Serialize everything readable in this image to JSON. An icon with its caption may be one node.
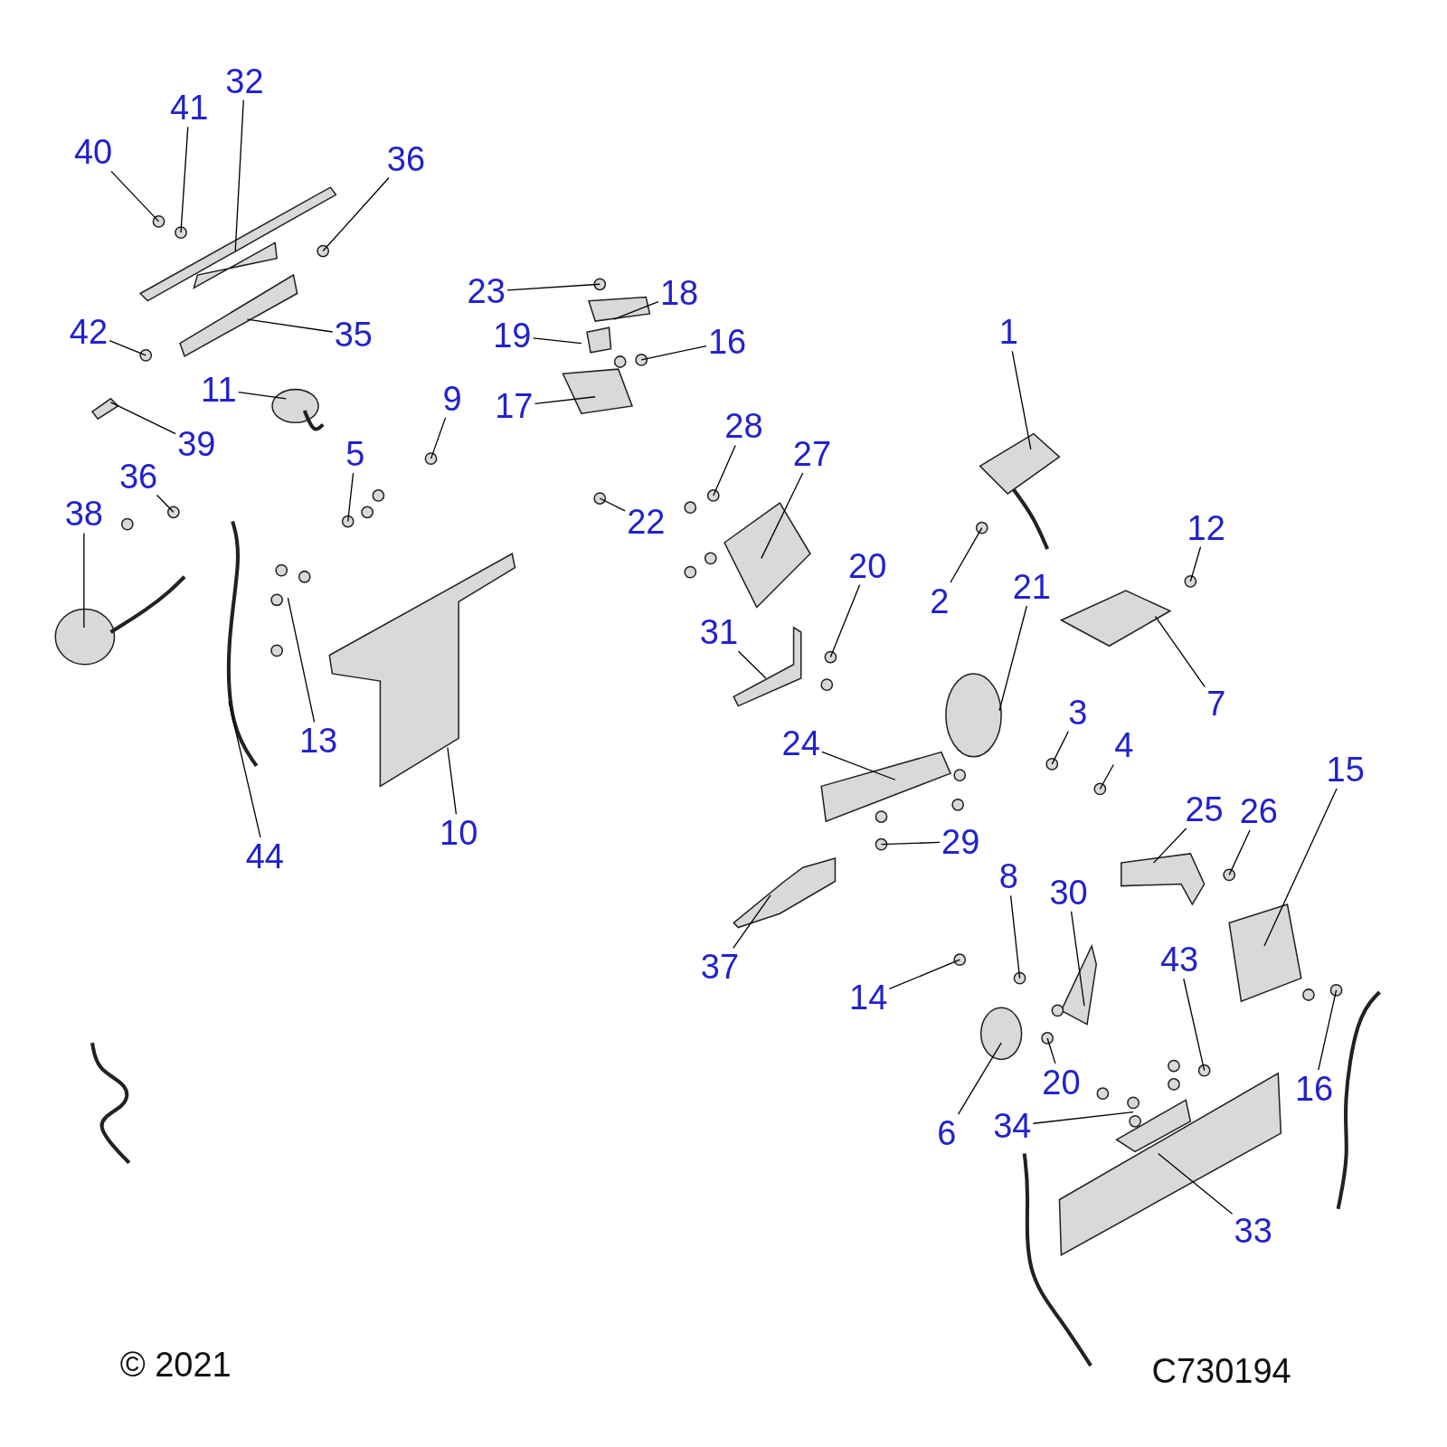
{
  "diagram": {
    "nodes": [
      {
        "text": [
          "32"
        ]
      },
      {
        "text": [
          "41"
        ]
      },
      {
        "text": [
          "40"
        ]
      },
      {
        "text": [
          "36"
        ]
      },
      {
        "text": [
          "23"
        ]
      },
      {
        "text": [
          "18"
        ]
      },
      {
        "text": [
          "35"
        ]
      },
      {
        "text": [
          "42"
        ]
      },
      {
        "text": [
          "19"
        ]
      },
      {
        "text": [
          "16"
        ]
      },
      {
        "text": [
          "1"
        ]
      },
      {
        "text": [
          "11"
        ]
      },
      {
        "text": [
          "39"
        ]
      },
      {
        "text": [
          "9"
        ]
      },
      {
        "text": [
          "17"
        ]
      },
      {
        "text": [
          "28"
        ]
      },
      {
        "text": [
          "27"
        ]
      },
      {
        "text": [
          "36"
        ]
      },
      {
        "text": [
          "5"
        ]
      },
      {
        "text": [
          "38"
        ]
      },
      {
        "text": [
          "22"
        ]
      },
      {
        "text": [
          "12"
        ]
      },
      {
        "text": [
          "20"
        ]
      },
      {
        "text": [
          "2"
        ]
      },
      {
        "text": [
          "21"
        ]
      },
      {
        "text": [
          "31"
        ]
      },
      {
        "text": [
          "7"
        ]
      },
      {
        "text": [
          "13"
        ]
      },
      {
        "text": [
          "3"
        ]
      },
      {
        "text": [
          "4"
        ]
      },
      {
        "text": [
          "24"
        ]
      },
      {
        "text": [
          "15"
        ]
      },
      {
        "text": [
          "44"
        ]
      },
      {
        "text": [
          "10"
        ]
      },
      {
        "text": [
          "25"
        ]
      },
      {
        "text": [
          "26"
        ]
      },
      {
        "text": [
          "29"
        ]
      },
      {
        "text": [
          "8"
        ]
      },
      {
        "text": [
          "30"
        ]
      },
      {
        "text": [
          "37"
        ]
      },
      {
        "text": [
          "43"
        ]
      },
      {
        "text": [
          "14"
        ]
      },
      {
        "text": [
          "20"
        ]
      },
      {
        "text": [
          "16"
        ]
      },
      {
        "text": [
          "6"
        ]
      },
      {
        "text": [
          "34"
        ]
      },
      {
        "text": [
          "33"
        ]
      }
    ],
    "edges": [
      {
        "from": 0,
        "to": null,
        "arrow": "none"
      },
      {
        "from": 1,
        "to": null,
        "arrow": "none"
      },
      {
        "from": 2,
        "to": null,
        "arrow": "none"
      },
      {
        "from": 3,
        "to": null,
        "arrow": "none"
      },
      {
        "from": 4,
        "to": null,
        "arrow": "none"
      },
      {
        "from": 5,
        "to": null,
        "arrow": "none"
      },
      {
        "from": 6,
        "to": null,
        "arrow": "none"
      },
      {
        "from": 7,
        "to": null,
        "arrow": "none"
      },
      {
        "from": 8,
        "to": null,
        "arrow": "none"
      },
      {
        "from": 9,
        "to": null,
        "arrow": "none"
      },
      {
        "from": 10,
        "to": null,
        "arrow": "none"
      },
      {
        "from": 11,
        "to": null,
        "arrow": "none"
      },
      {
        "from": 12,
        "to": null,
        "arrow": "none"
      },
      {
        "from": 13,
        "to": null,
        "arrow": "none"
      },
      {
        "from": 14,
        "to": null,
        "arrow": "none"
      },
      {
        "from": 15,
        "to": null,
        "arrow": "none"
      },
      {
        "from": 16,
        "to": null,
        "arrow": "none"
      },
      {
        "from": 17,
        "to": null,
        "arrow": "none"
      },
      {
        "from": 18,
        "to": null,
        "arrow": "none"
      },
      {
        "from": 19,
        "to": null,
        "arrow": "none"
      },
      {
        "from": 20,
        "to": null,
        "arrow": "none"
      },
      {
        "from": 21,
        "to": null,
        "arrow": "none"
      },
      {
        "from": 22,
        "to": null,
        "arrow": "none"
      },
      {
        "from": 23,
        "to": null,
        "arrow": "none"
      },
      {
        "from": 24,
        "to": null,
        "arrow": "none"
      },
      {
        "from": 25,
        "to": null,
        "arrow": "none"
      },
      {
        "from": 26,
        "to": null,
        "arrow": "none"
      },
      {
        "from": 27,
        "to": null,
        "arrow": "none"
      },
      {
        "from": 28,
        "to": null,
        "arrow": "none"
      },
      {
        "from": 29,
        "to": null,
        "arrow": "none"
      },
      {
        "from": 30,
        "to": null,
        "arrow": "none"
      },
      {
        "from": 31,
        "to": null,
        "arrow": "none"
      },
      {
        "from": 32,
        "to": null,
        "arrow": "none"
      },
      {
        "from": 33,
        "to": null,
        "arrow": "none"
      },
      {
        "from": 34,
        "to": null,
        "arrow": "none"
      },
      {
        "from": 35,
        "to": null,
        "arrow": "none"
      },
      {
        "from": 36,
        "to": null,
        "arrow": "none"
      },
      {
        "from": 37,
        "to": null,
        "arrow": "none"
      },
      {
        "from": 38,
        "to": null,
        "arrow": "none"
      },
      {
        "from": 39,
        "to": null,
        "arrow": "none"
      },
      {
        "from": 40,
        "to": null,
        "arrow": "none"
      },
      {
        "from": 41,
        "to": null,
        "arrow": "none"
      },
      {
        "from": 42,
        "to": null,
        "arrow": "none"
      },
      {
        "from": 43,
        "to": null,
        "arrow": "none"
      },
      {
        "from": 44,
        "to": null,
        "arrow": "none"
      },
      {
        "from": 45,
        "to": null,
        "arrow": "none"
      },
      {
        "from": 46,
        "to": null,
        "arrow": "none"
      }
    ],
    "labels": [
      "© 2021",
      "C730194"
    ]
  }
}
